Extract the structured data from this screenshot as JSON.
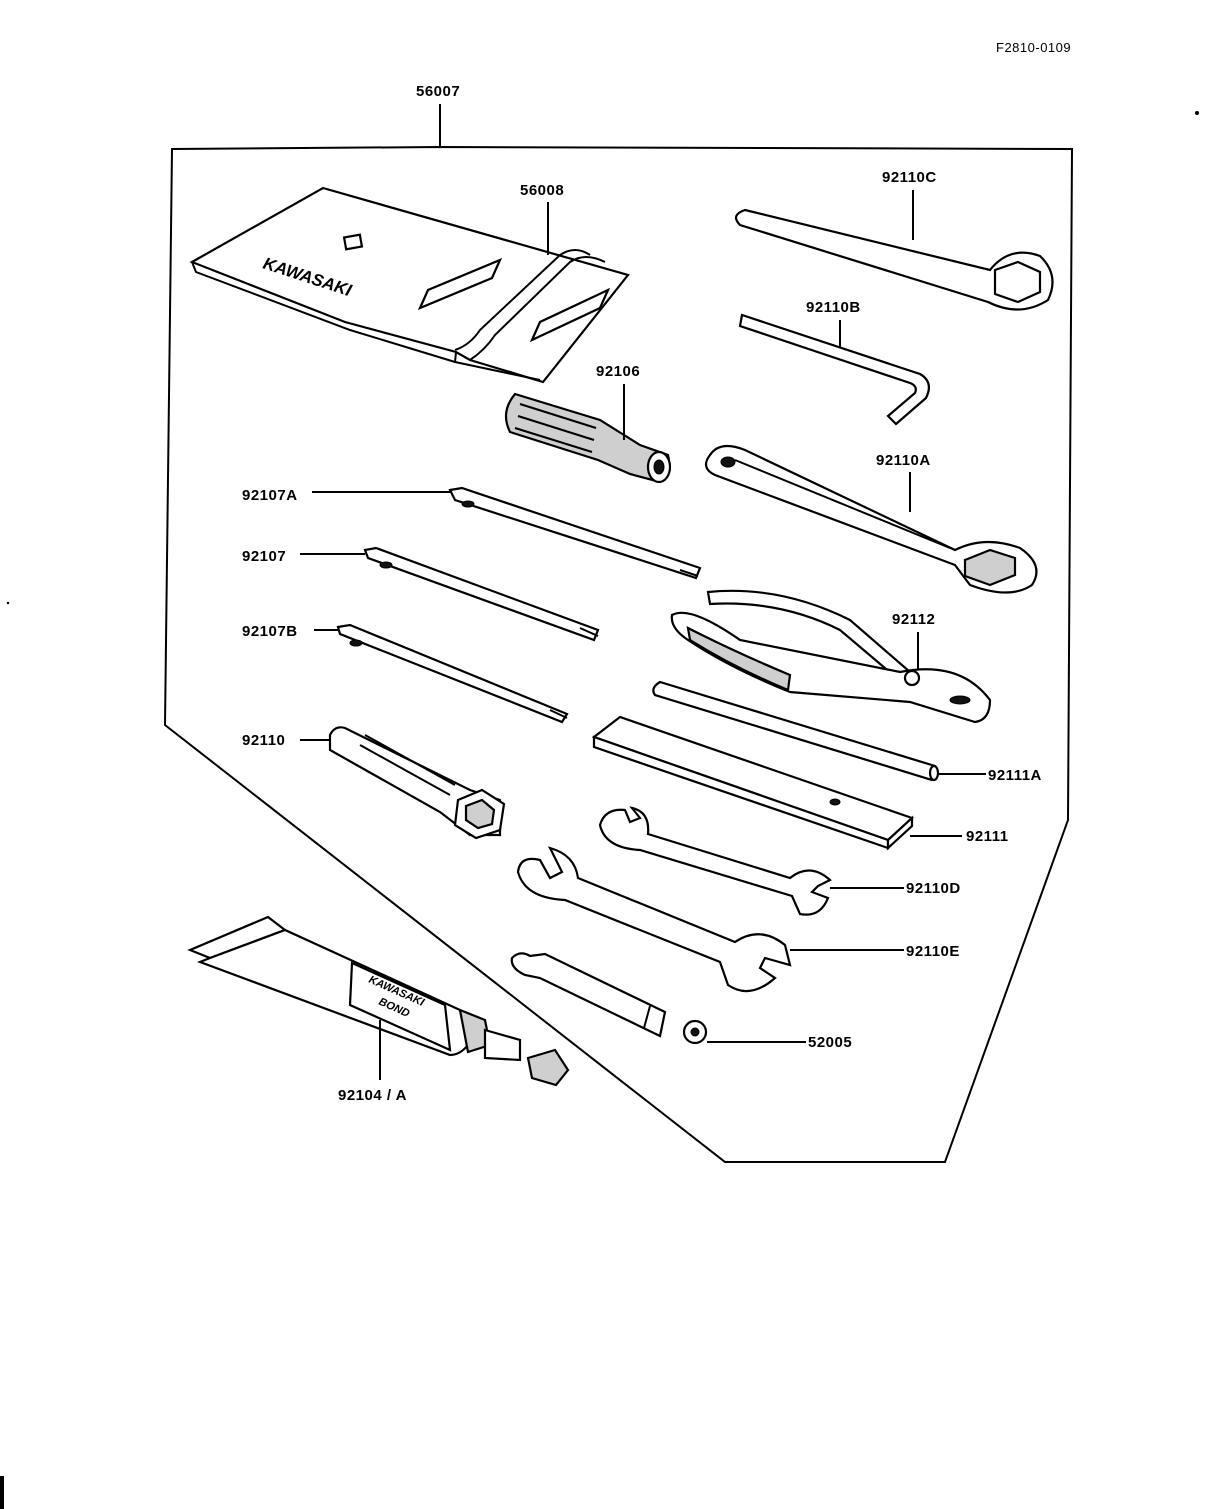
{
  "doc_code": "F2810-0109",
  "parts": {
    "tool_kit": "56007",
    "tool_bag": "56008",
    "handle": "92106",
    "screwdriver_a": "92107A",
    "screwdriver": "92107",
    "screwdriver_b": "92107B",
    "spark_plug_wrench": "92110",
    "wrench_c": "92110C",
    "hex_key": "92110B",
    "ring_wrench_a": "92110A",
    "pliers": "92112",
    "bar": "92111A",
    "flat_bar": "92111",
    "open_wrench_d": "92110D",
    "open_wrench_e": "92110E",
    "tube": "92104 / A",
    "spoke_wrench": "52005"
  },
  "brand_text": {
    "bag": "KAWASAKI",
    "tube_line1": "KAWASAKI",
    "tube_line2": "BOND"
  }
}
